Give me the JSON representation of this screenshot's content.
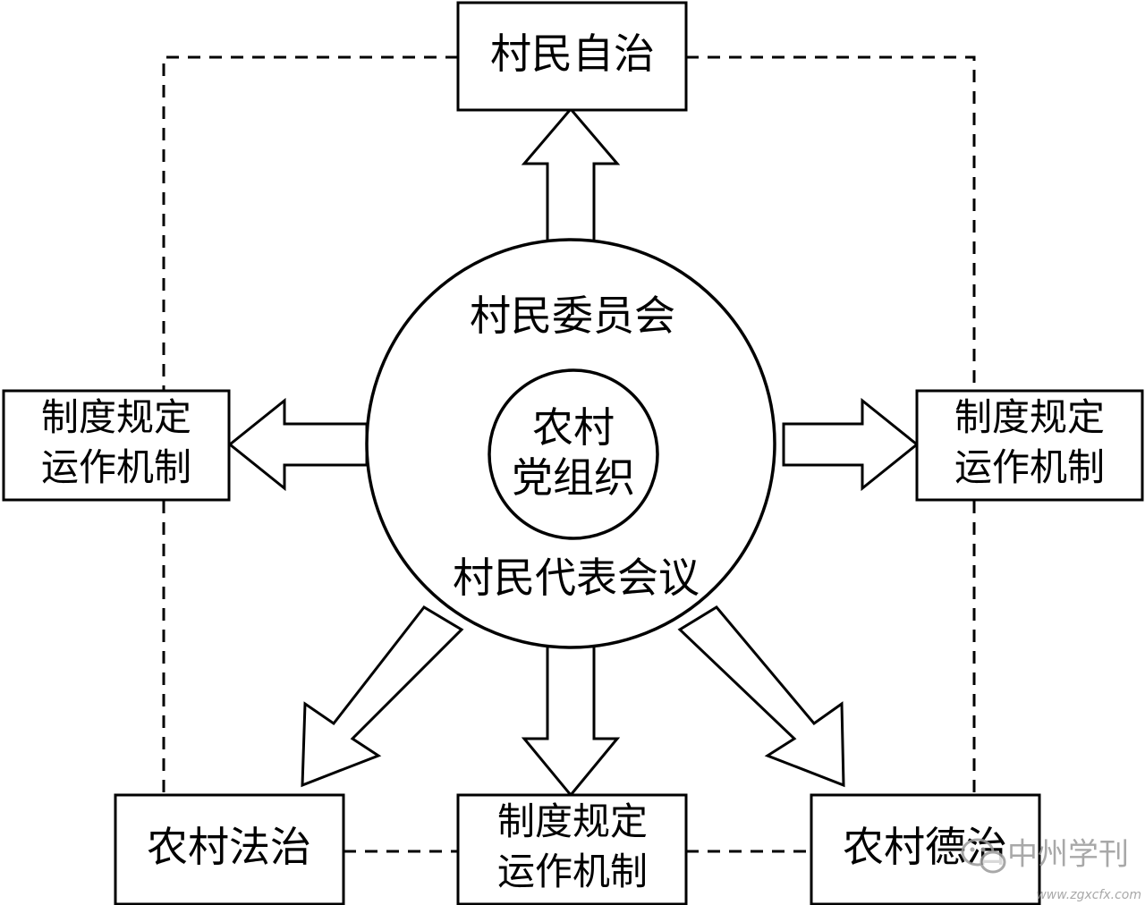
{
  "nodes": {
    "top": {
      "label": "村民自治"
    },
    "left": {
      "line1": "制度规定",
      "line2": "运作机制"
    },
    "right": {
      "line1": "制度规定",
      "line2": "运作机制"
    },
    "bottom_left": {
      "label": "农村法治"
    },
    "bottom_center": {
      "line1": "制度规定",
      "line2": "运作机制"
    },
    "bottom_right": {
      "label": "农村德治"
    }
  },
  "center": {
    "outer_top": "村民委员会",
    "outer_bottom": "村民代表会议",
    "inner_line1": "农村",
    "inner_line2": "党组织"
  },
  "watermark": {
    "name": "中州学刊",
    "url": "www.zgxcfx.com",
    "icon": "wechat-logo-icon"
  },
  "colors": {
    "stroke": "#000000",
    "background": "#ffffff",
    "watermark": "#9a9a9a"
  }
}
